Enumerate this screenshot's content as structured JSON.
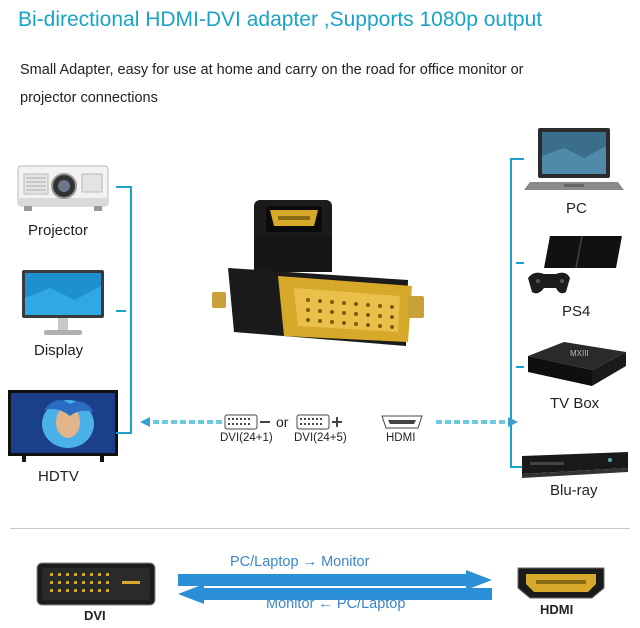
{
  "header": {
    "title": "Bi-directional HDMI-DVI adapter ,Supports 1080p output",
    "subtitle_line1": "Small Adapter, easy for use at home and carry on the road for office monitor or",
    "subtitle_line2": "projector connections"
  },
  "left_devices": [
    {
      "label": "Projector",
      "icon": "projector-icon"
    },
    {
      "label": "Display",
      "icon": "monitor-icon"
    },
    {
      "label": "HDTV",
      "icon": "tv-icon"
    }
  ],
  "right_devices": [
    {
      "label": "PC",
      "icon": "laptop-icon"
    },
    {
      "label": "PS4",
      "icon": "console-icon"
    },
    {
      "label": "TV Box",
      "icon": "tv-box-icon"
    },
    {
      "label": "Blu-ray",
      "icon": "bluray-player-icon"
    }
  ],
  "ports_mid": {
    "dvi_24_1": "DVI(24+1)",
    "or": "or",
    "dvi_24_5": "DVI(24+5)",
    "hdmi": "HDMI"
  },
  "bottom": {
    "forward_label": "PC/Laptop → Monitor",
    "reverse_label": "Monitor ← PC/Laptop",
    "left_port": "DVI",
    "right_port": "HDMI"
  },
  "colors": {
    "accent": "#1aa3c9",
    "arrow_blue": "#2a8fd6",
    "gold": "#d7a92a",
    "plastic": "#1b1b1b"
  }
}
